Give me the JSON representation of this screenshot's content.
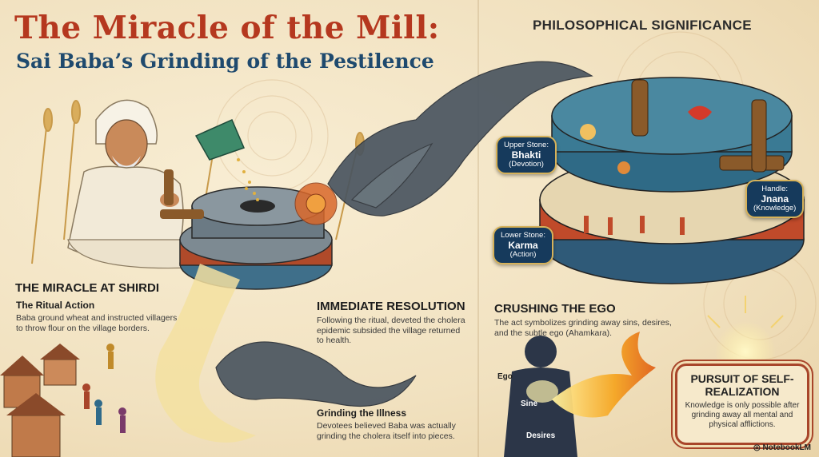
{
  "header": {
    "title": "The Miracle of the Mill:",
    "subtitle": "Sai Baba’s Grinding of the Pestilence",
    "right_heading": "PHILOSOPHICAL SIGNIFICANCE"
  },
  "left": {
    "section_title": "THE MIRACLE AT SHIRDI",
    "ritual": {
      "heading": "The Ritual Action",
      "text": "Baba ground wheat and instructed villagers to throw flour on the village borders."
    },
    "resolution": {
      "heading": "IMMEDIATE RESOLUTION",
      "text": "Following the ritual, deveted the cholera epidemic subsided the village returned to health."
    },
    "grinding": {
      "heading": "Grinding the Illness",
      "text": "Devotees believed Baba was actually grinding the cholera itself into pieces."
    }
  },
  "right": {
    "upper_stone": {
      "title": "Upper Stone:",
      "name": "Bhakti",
      "sub": "(Devotion)"
    },
    "lower_stone": {
      "title": "Lower Stone:",
      "name": "Karma",
      "sub": "(Action)"
    },
    "handle": {
      "title": "Handle:",
      "name": "Jnana",
      "sub": "(Knowledge)"
    },
    "ego": {
      "heading": "CRUSHING THE EGO",
      "text": "The act symbolizes grinding away sins, desires, and the subtle ego (Ahamkara)."
    },
    "body_labels": {
      "ego": "Ego",
      "sins": "Sine",
      "desires": "Desires"
    },
    "pursuit": {
      "title": "PURSUIT OF SELF-REALIZATION",
      "text": "Knowledge is only possible after grinding away all mental and physical afflictions."
    }
  },
  "footer": {
    "brand": "NotebookLM"
  },
  "colors": {
    "title_red": "#b5381f",
    "subtitle_blue": "#1f4a6e",
    "badge_navy": "#163a5c",
    "gold": "#d6b25a"
  }
}
